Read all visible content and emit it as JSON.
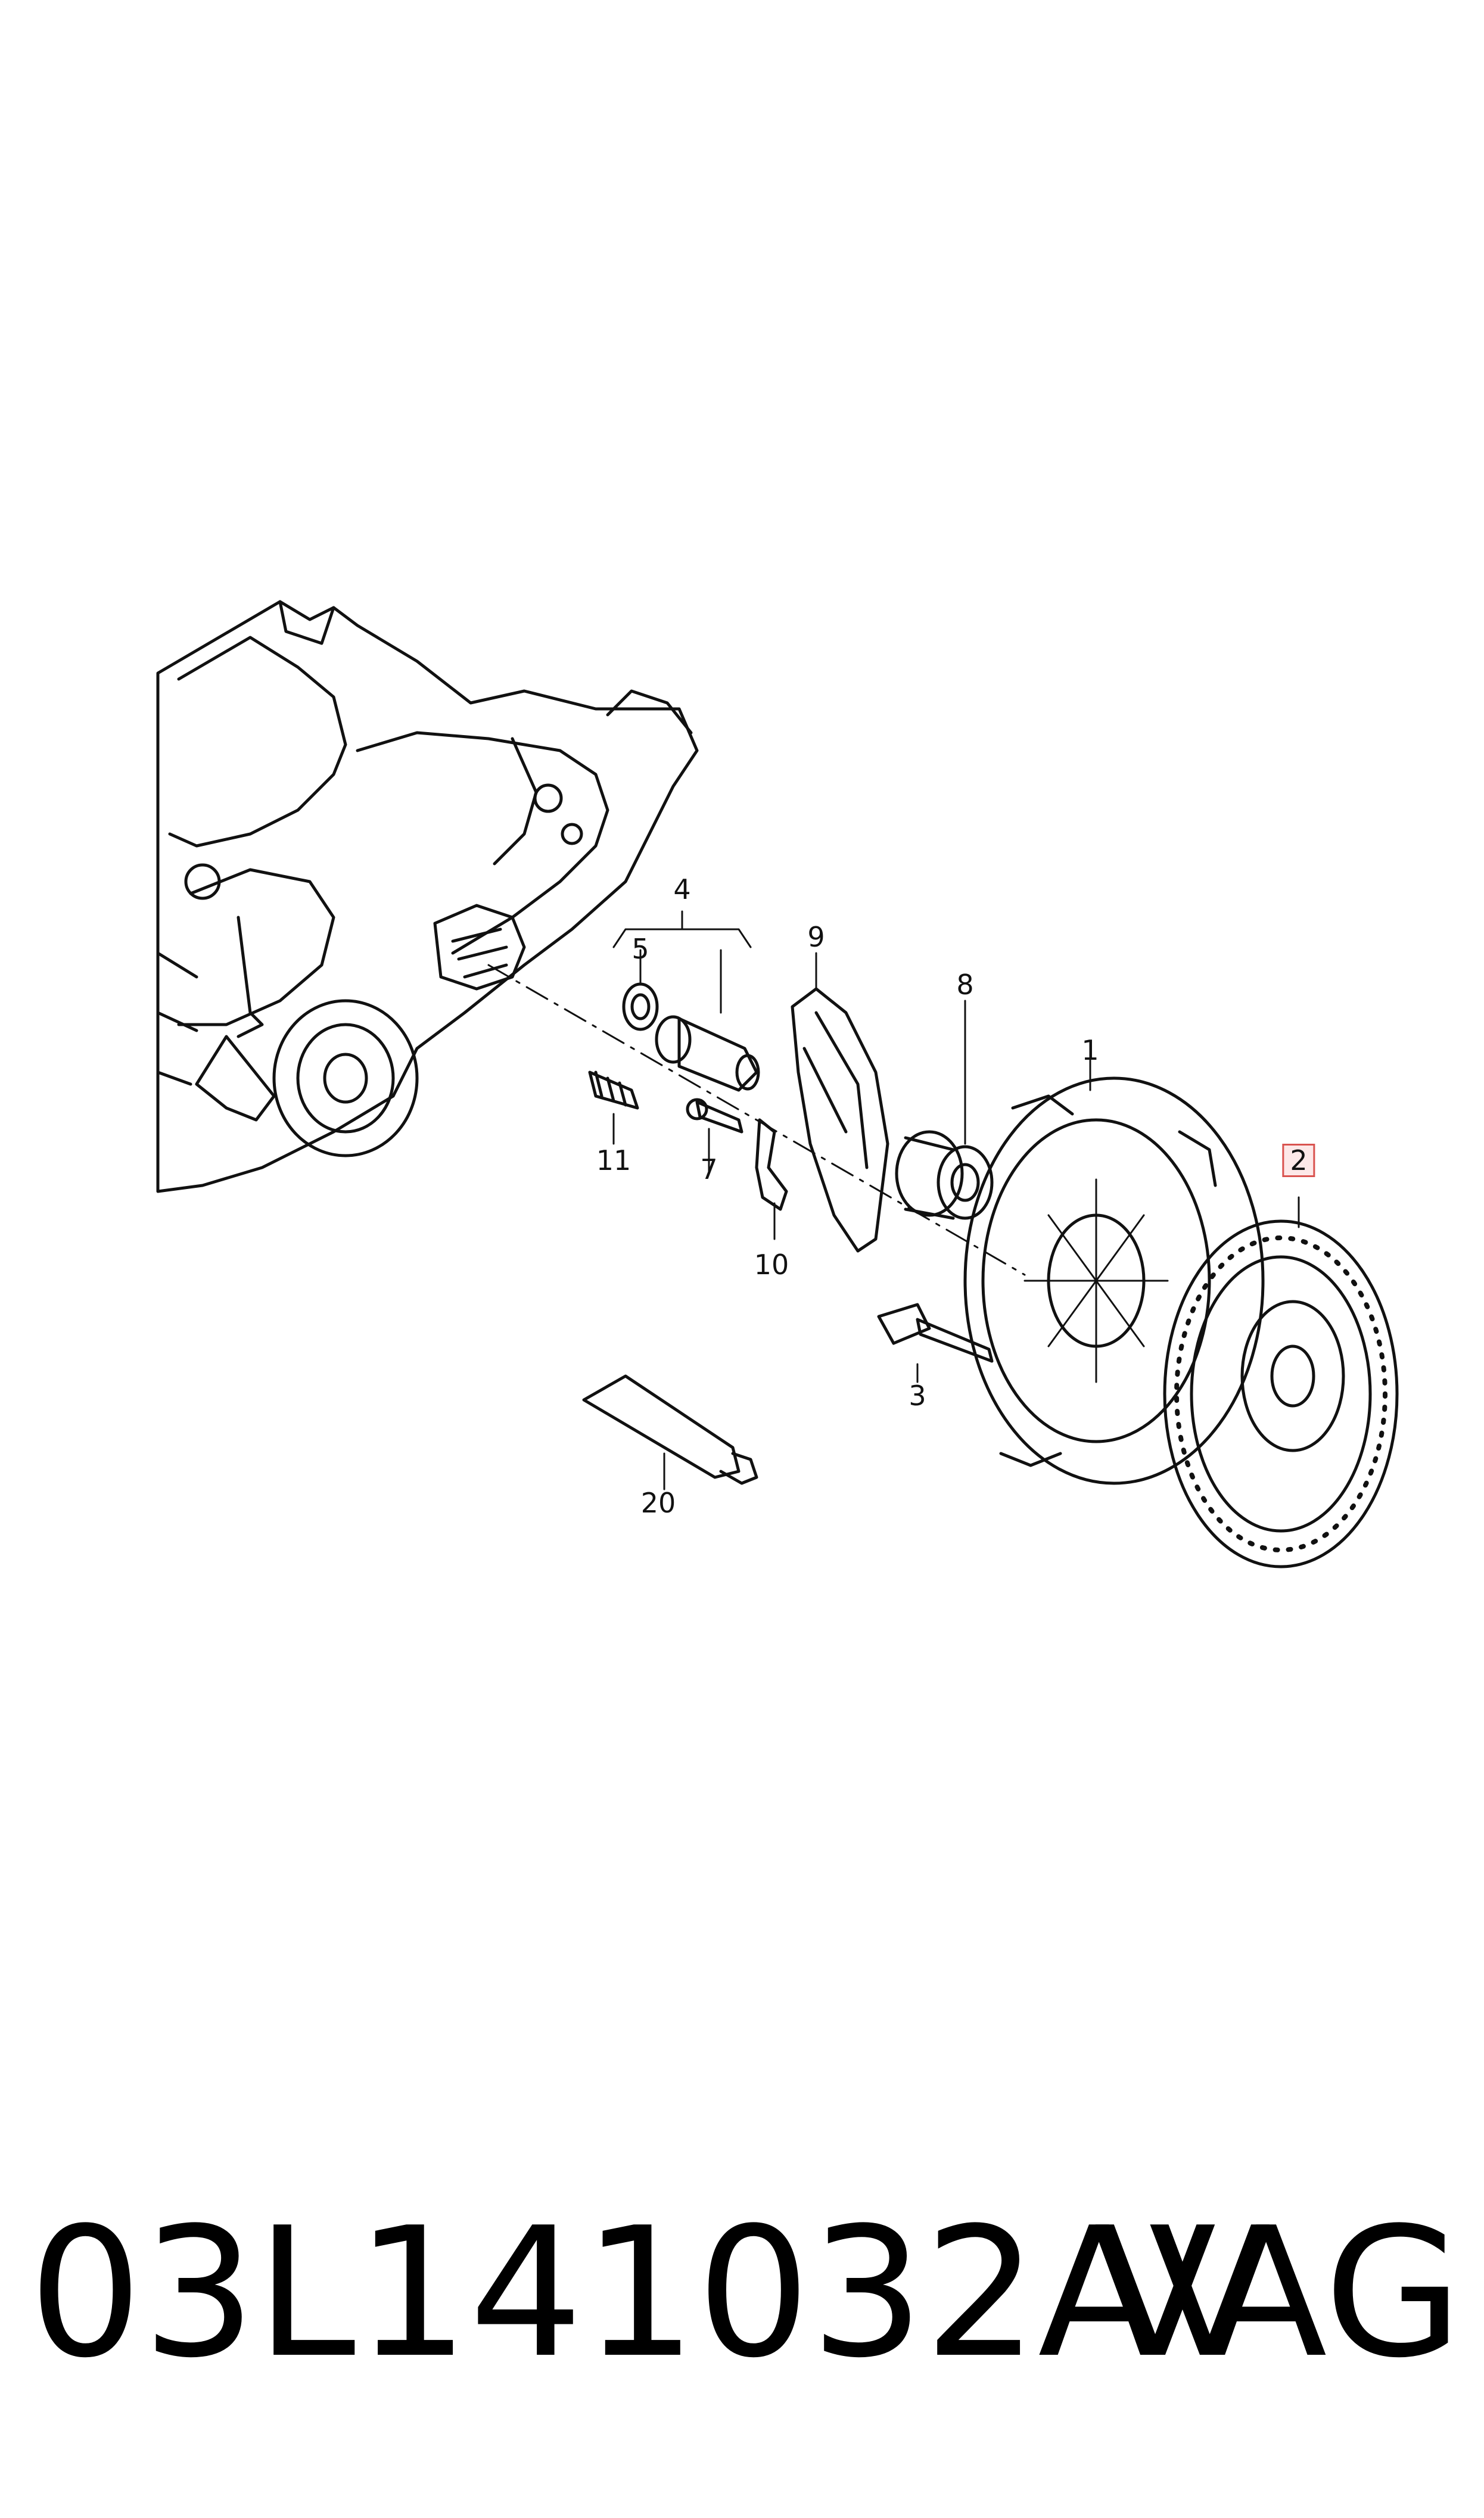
{
  "diagram": {
    "callouts": {
      "c1": "1",
      "c2": "2",
      "c3": "3",
      "c4": "4",
      "c5": "5",
      "c7": "7",
      "c8": "8",
      "c9": "9",
      "c10": "10",
      "c11": "11",
      "c20": "20"
    },
    "highlighted_callout": "2",
    "highlight_color": "#d9534f"
  },
  "footer": {
    "part_number": "03L141032AV",
    "brand": "VAG"
  }
}
